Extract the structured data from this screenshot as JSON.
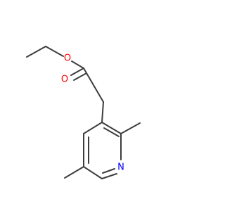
{
  "molecule": {
    "atoms": [
      {
        "id": "o_ether",
        "label": "O",
        "color": "#ff0000"
      },
      {
        "id": "o_carbonyl",
        "label": "O",
        "color": "#ff0000"
      },
      {
        "id": "n_ring",
        "label": "N",
        "color": "#0000ff"
      }
    ],
    "bond_color": "#3d3d3d"
  }
}
